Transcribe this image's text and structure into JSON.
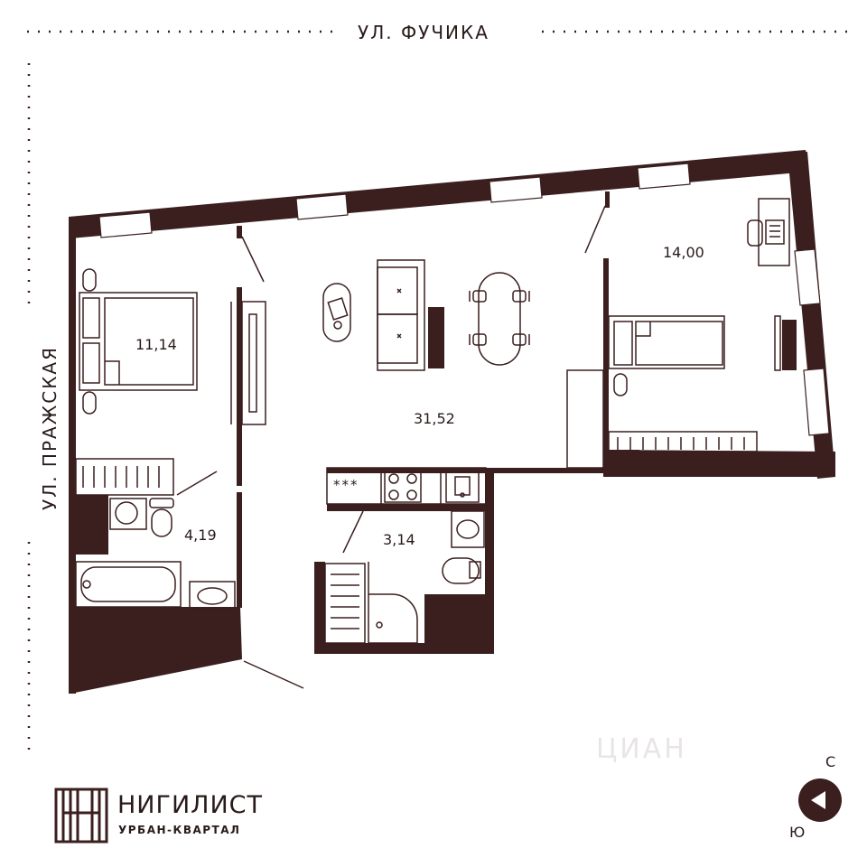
{
  "streets": {
    "north": "УЛ. ФУЧИКА",
    "west": "УЛ. ПРАЖСКАЯ"
  },
  "rooms": [
    {
      "id": "bedroom-left",
      "area": "11,14"
    },
    {
      "id": "bathroom",
      "area": "4,19"
    },
    {
      "id": "living-room",
      "area": "31,52"
    },
    {
      "id": "bedroom-right",
      "area": "14,00"
    },
    {
      "id": "wc",
      "area": "3,14"
    }
  ],
  "stove_label": "***",
  "logo": {
    "name": "НИГИЛИСТ",
    "subtitle": "УРБАН-КВАРТАЛ"
  },
  "compass": {
    "north": "С",
    "south": "Ю"
  },
  "watermark": "ЦИАН",
  "colors": {
    "wall": "#3b1f1f",
    "line": "#3b1f1f",
    "background": "#ffffff"
  }
}
